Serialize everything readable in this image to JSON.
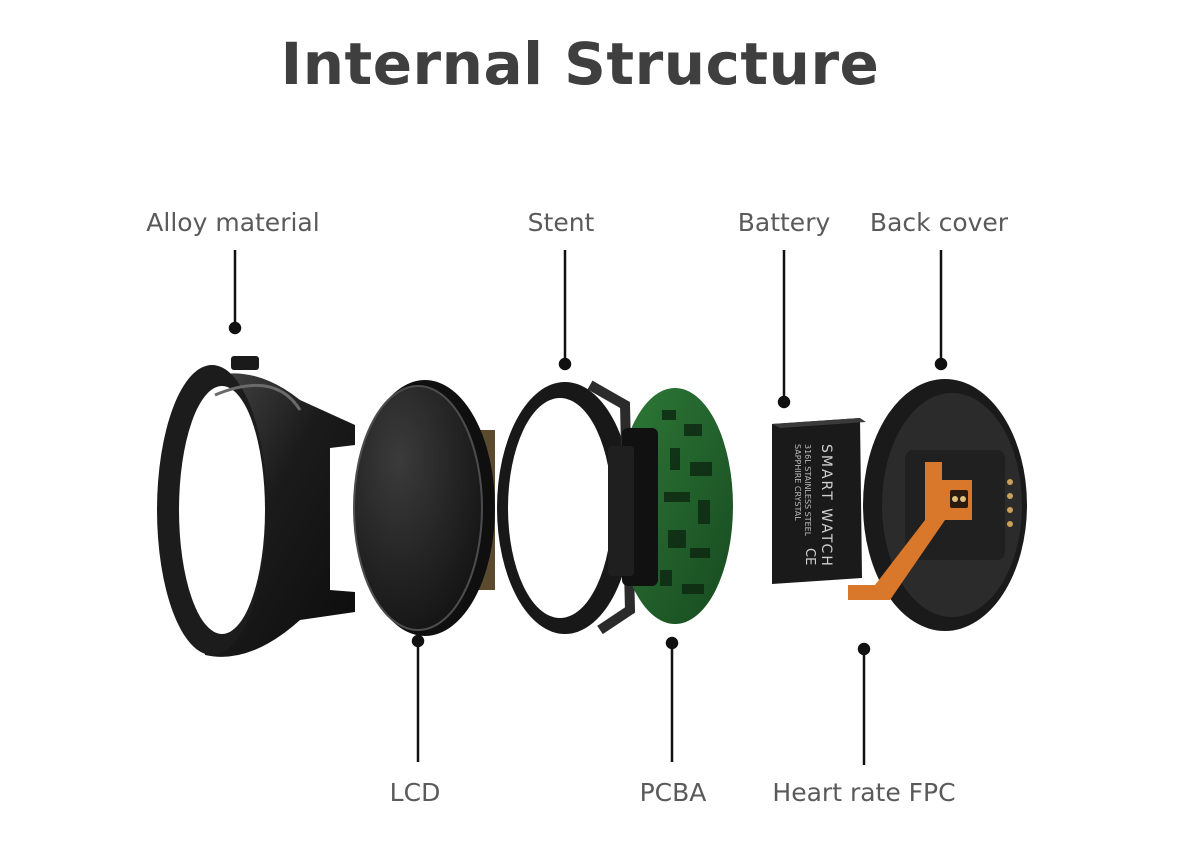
{
  "title": "Internal Structure",
  "labels": {
    "alloy": "Alloy material",
    "stent": "Stent",
    "battery": "Battery",
    "back_cover": "Back cover",
    "lcd": "LCD",
    "pcba": "PCBA",
    "heart_rate_fpc": "Heart rate FPC"
  },
  "battery_print": {
    "brand": "SMART WATCH",
    "line1": "316L STAINLESS STEEL",
    "line2": "SAPPHIRE CRYSTAL",
    "marks": "CE"
  },
  "colors": {
    "title": "#3f3f3f",
    "label": "#5a5a5a",
    "leader": "#111111",
    "pcb": "#1f5a2a",
    "fpc": "#d9782b"
  }
}
